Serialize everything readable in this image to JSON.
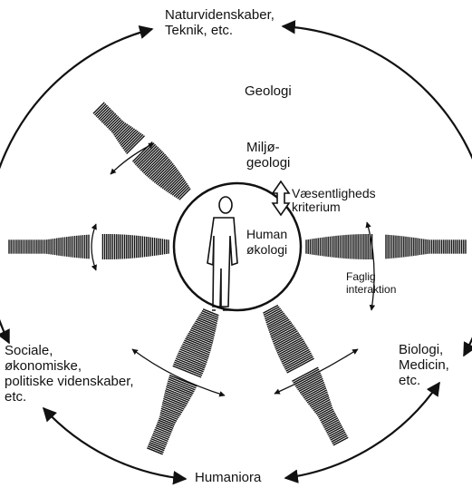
{
  "labels": {
    "top": [
      "Naturvidenskaber,",
      "Teknik, etc."
    ],
    "geologi": "Geologi",
    "miljo": [
      "Miljø-",
      "geologi"
    ],
    "kriterium": [
      "Væsentligheds",
      "kriterium"
    ],
    "human": [
      "Human",
      "økologi"
    ],
    "faglig": [
      "Faglig",
      "interaktion"
    ],
    "left": [
      "Sociale,",
      "økonomiske,",
      "politiske videnskaber,",
      "etc."
    ],
    "right": [
      "Biologi,",
      "Medicin,",
      "etc."
    ],
    "bottom": "Humaniora"
  },
  "icons": {
    "person": "human-figure-icon",
    "double_arrow": "double-arrow-icon"
  },
  "colors": {
    "ink": "#111111",
    "background": "#ffffff"
  }
}
